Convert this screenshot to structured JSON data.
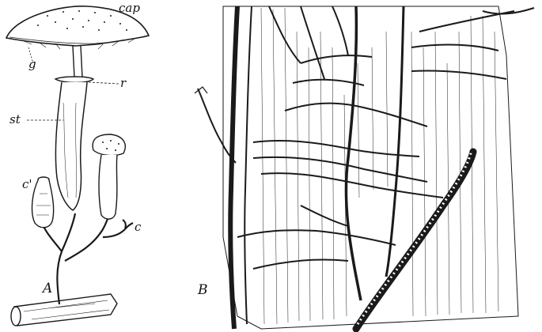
{
  "panel_a": {
    "panel_label": "A",
    "labels": {
      "cap": "cap",
      "gills": "g",
      "ring": "r",
      "stalk": "st",
      "young_cup": "c'",
      "button": "c"
    }
  },
  "panel_b": {
    "panel_label": "B"
  },
  "colors": {
    "ink": "#1a1a1a",
    "paper": "#ffffff"
  }
}
